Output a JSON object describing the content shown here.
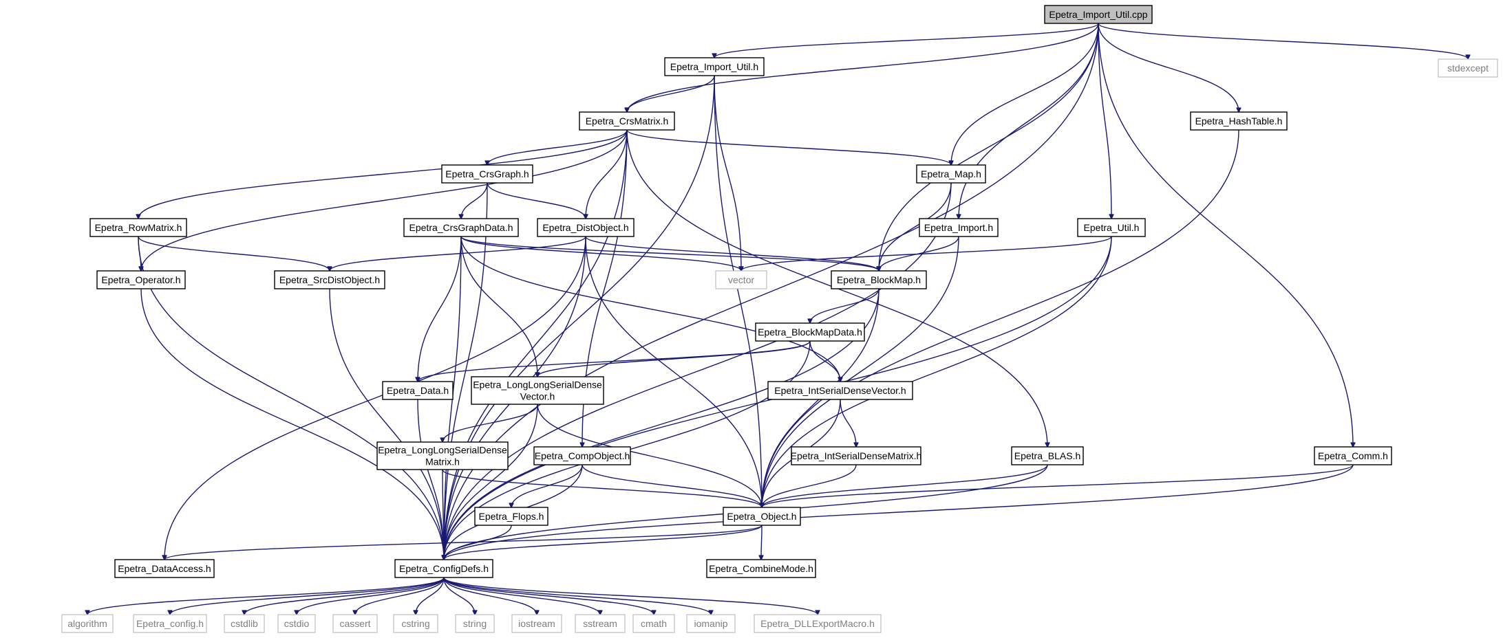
{
  "diagram": {
    "nodes": [
      {
        "id": "root",
        "lines": [
          "Epetra_Import_Util.cpp"
        ],
        "kind": "root"
      },
      {
        "id": "stdexcept",
        "lines": [
          "stdexcept"
        ],
        "kind": "ext"
      },
      {
        "id": "importutilh",
        "lines": [
          "Epetra_Import_Util.h"
        ],
        "kind": "file"
      },
      {
        "id": "crsmatrix",
        "lines": [
          "Epetra_CrsMatrix.h"
        ],
        "kind": "file"
      },
      {
        "id": "hashtable",
        "lines": [
          "Epetra_HashTable.h"
        ],
        "kind": "file"
      },
      {
        "id": "crsgraph",
        "lines": [
          "Epetra_CrsGraph.h"
        ],
        "kind": "file"
      },
      {
        "id": "map",
        "lines": [
          "Epetra_Map.h"
        ],
        "kind": "file"
      },
      {
        "id": "rowmatrix",
        "lines": [
          "Epetra_RowMatrix.h"
        ],
        "kind": "file"
      },
      {
        "id": "crsgraphdata",
        "lines": [
          "Epetra_CrsGraphData.h"
        ],
        "kind": "file"
      },
      {
        "id": "distobject",
        "lines": [
          "Epetra_DistObject.h"
        ],
        "kind": "file"
      },
      {
        "id": "import",
        "lines": [
          "Epetra_Import.h"
        ],
        "kind": "file"
      },
      {
        "id": "util",
        "lines": [
          "Epetra_Util.h"
        ],
        "kind": "file"
      },
      {
        "id": "operator",
        "lines": [
          "Epetra_Operator.h"
        ],
        "kind": "file"
      },
      {
        "id": "srcdistobject",
        "lines": [
          "Epetra_SrcDistObject.h"
        ],
        "kind": "file"
      },
      {
        "id": "vector",
        "lines": [
          "vector"
        ],
        "kind": "ext"
      },
      {
        "id": "blockmap",
        "lines": [
          "Epetra_BlockMap.h"
        ],
        "kind": "file"
      },
      {
        "id": "blockmapdata",
        "lines": [
          "Epetra_BlockMapData.h"
        ],
        "kind": "file"
      },
      {
        "id": "data",
        "lines": [
          "Epetra_Data.h"
        ],
        "kind": "file"
      },
      {
        "id": "llsdv",
        "lines": [
          "Epetra_LongLongSerialDense",
          "Vector.h"
        ],
        "kind": "file"
      },
      {
        "id": "intsdv",
        "lines": [
          "Epetra_IntSerialDenseVector.h"
        ],
        "kind": "file"
      },
      {
        "id": "llsdm",
        "lines": [
          "Epetra_LongLongSerialDense",
          "Matrix.h"
        ],
        "kind": "file"
      },
      {
        "id": "compobject",
        "lines": [
          "Epetra_CompObject.h"
        ],
        "kind": "file"
      },
      {
        "id": "intsdm",
        "lines": [
          "Epetra_IntSerialDenseMatrix.h"
        ],
        "kind": "file"
      },
      {
        "id": "blas",
        "lines": [
          "Epetra_BLAS.h"
        ],
        "kind": "file"
      },
      {
        "id": "comm",
        "lines": [
          "Epetra_Comm.h"
        ],
        "kind": "file"
      },
      {
        "id": "flops",
        "lines": [
          "Epetra_Flops.h"
        ],
        "kind": "file"
      },
      {
        "id": "object",
        "lines": [
          "Epetra_Object.h"
        ],
        "kind": "file"
      },
      {
        "id": "dataaccess",
        "lines": [
          "Epetra_DataAccess.h"
        ],
        "kind": "file"
      },
      {
        "id": "configdefs",
        "lines": [
          "Epetra_ConfigDefs.h"
        ],
        "kind": "file"
      },
      {
        "id": "combinemode",
        "lines": [
          "Epetra_CombineMode.h"
        ],
        "kind": "file"
      },
      {
        "id": "algorithm",
        "lines": [
          "algorithm"
        ],
        "kind": "ext"
      },
      {
        "id": "config",
        "lines": [
          "Epetra_config.h"
        ],
        "kind": "ext"
      },
      {
        "id": "cstdlib",
        "lines": [
          "cstdlib"
        ],
        "kind": "ext"
      },
      {
        "id": "cstdio",
        "lines": [
          "cstdio"
        ],
        "kind": "ext"
      },
      {
        "id": "cassert",
        "lines": [
          "cassert"
        ],
        "kind": "ext"
      },
      {
        "id": "cstring",
        "lines": [
          "cstring"
        ],
        "kind": "ext"
      },
      {
        "id": "string",
        "lines": [
          "string"
        ],
        "kind": "ext"
      },
      {
        "id": "iostream",
        "lines": [
          "iostream"
        ],
        "kind": "ext"
      },
      {
        "id": "sstream",
        "lines": [
          "sstream"
        ],
        "kind": "ext"
      },
      {
        "id": "cmath",
        "lines": [
          "cmath"
        ],
        "kind": "ext"
      },
      {
        "id": "iomanip",
        "lines": [
          "iomanip"
        ],
        "kind": "ext"
      },
      {
        "id": "dllexport",
        "lines": [
          "Epetra_DLLExportMacro.h"
        ],
        "kind": "ext"
      }
    ],
    "edges": [
      [
        "root",
        "stdexcept"
      ],
      [
        "root",
        "importutilh"
      ],
      [
        "root",
        "crsmatrix"
      ],
      [
        "root",
        "hashtable"
      ],
      [
        "root",
        "map"
      ],
      [
        "root",
        "blockmap"
      ],
      [
        "root",
        "import"
      ],
      [
        "root",
        "util"
      ],
      [
        "root",
        "comm"
      ],
      [
        "root",
        "configdefs"
      ],
      [
        "importutilh",
        "crsmatrix"
      ],
      [
        "importutilh",
        "vector"
      ],
      [
        "importutilh",
        "object"
      ],
      [
        "importutilh",
        "configdefs"
      ],
      [
        "crsmatrix",
        "crsgraph"
      ],
      [
        "crsmatrix",
        "map"
      ],
      [
        "crsmatrix",
        "rowmatrix"
      ],
      [
        "crsmatrix",
        "distobject"
      ],
      [
        "crsmatrix",
        "operator"
      ],
      [
        "crsmatrix",
        "compobject"
      ],
      [
        "crsmatrix",
        "blas"
      ],
      [
        "crsmatrix",
        "configdefs"
      ],
      [
        "hashtable",
        "object"
      ],
      [
        "crsgraph",
        "crsgraphdata"
      ],
      [
        "crsgraph",
        "distobject"
      ],
      [
        "crsgraph",
        "configdefs"
      ],
      [
        "map",
        "blockmap"
      ],
      [
        "map",
        "configdefs"
      ],
      [
        "rowmatrix",
        "operator"
      ],
      [
        "rowmatrix",
        "srcdistobject"
      ],
      [
        "rowmatrix",
        "configdefs"
      ],
      [
        "crsgraphdata",
        "data"
      ],
      [
        "crsgraphdata",
        "llsdv"
      ],
      [
        "crsgraphdata",
        "intsdv"
      ],
      [
        "crsgraphdata",
        "blockmap"
      ],
      [
        "crsgraphdata",
        "vector"
      ],
      [
        "crsgraphdata",
        "configdefs"
      ],
      [
        "distobject",
        "srcdistobject"
      ],
      [
        "distobject",
        "blockmap"
      ],
      [
        "distobject",
        "object"
      ],
      [
        "distobject",
        "dataaccess"
      ],
      [
        "distobject",
        "configdefs"
      ],
      [
        "import",
        "blockmap"
      ],
      [
        "import",
        "object"
      ],
      [
        "util",
        "vector"
      ],
      [
        "util",
        "object"
      ],
      [
        "util",
        "configdefs"
      ],
      [
        "operator",
        "configdefs"
      ],
      [
        "srcdistobject",
        "configdefs"
      ],
      [
        "blockmap",
        "blockmapdata"
      ],
      [
        "blockmap",
        "object"
      ],
      [
        "blockmap",
        "configdefs"
      ],
      [
        "blockmapdata",
        "data"
      ],
      [
        "blockmapdata",
        "llsdv"
      ],
      [
        "blockmapdata",
        "intsdv"
      ],
      [
        "blockmapdata",
        "configdefs"
      ],
      [
        "data",
        "configdefs"
      ],
      [
        "llsdv",
        "llsdm"
      ],
      [
        "llsdv",
        "object"
      ],
      [
        "llsdv",
        "configdefs"
      ],
      [
        "intsdv",
        "intsdm"
      ],
      [
        "intsdv",
        "object"
      ],
      [
        "llsdm",
        "object"
      ],
      [
        "llsdm",
        "configdefs"
      ],
      [
        "compobject",
        "flops"
      ],
      [
        "compobject",
        "object"
      ],
      [
        "compobject",
        "configdefs"
      ],
      [
        "intsdm",
        "object"
      ],
      [
        "blas",
        "object"
      ],
      [
        "blas",
        "configdefs"
      ],
      [
        "comm",
        "object"
      ],
      [
        "comm",
        "configdefs"
      ],
      [
        "flops",
        "configdefs"
      ],
      [
        "object",
        "configdefs"
      ],
      [
        "object",
        "combinemode"
      ],
      [
        "object",
        "dataaccess"
      ],
      [
        "configdefs",
        "algorithm"
      ],
      [
        "configdefs",
        "config"
      ],
      [
        "configdefs",
        "cstdlib"
      ],
      [
        "configdefs",
        "cstdio"
      ],
      [
        "configdefs",
        "cassert"
      ],
      [
        "configdefs",
        "cstring"
      ],
      [
        "configdefs",
        "string"
      ],
      [
        "configdefs",
        "iostream"
      ],
      [
        "configdefs",
        "sstream"
      ],
      [
        "configdefs",
        "cmath"
      ],
      [
        "configdefs",
        "iomanip"
      ],
      [
        "configdefs",
        "dllexport"
      ]
    ]
  }
}
